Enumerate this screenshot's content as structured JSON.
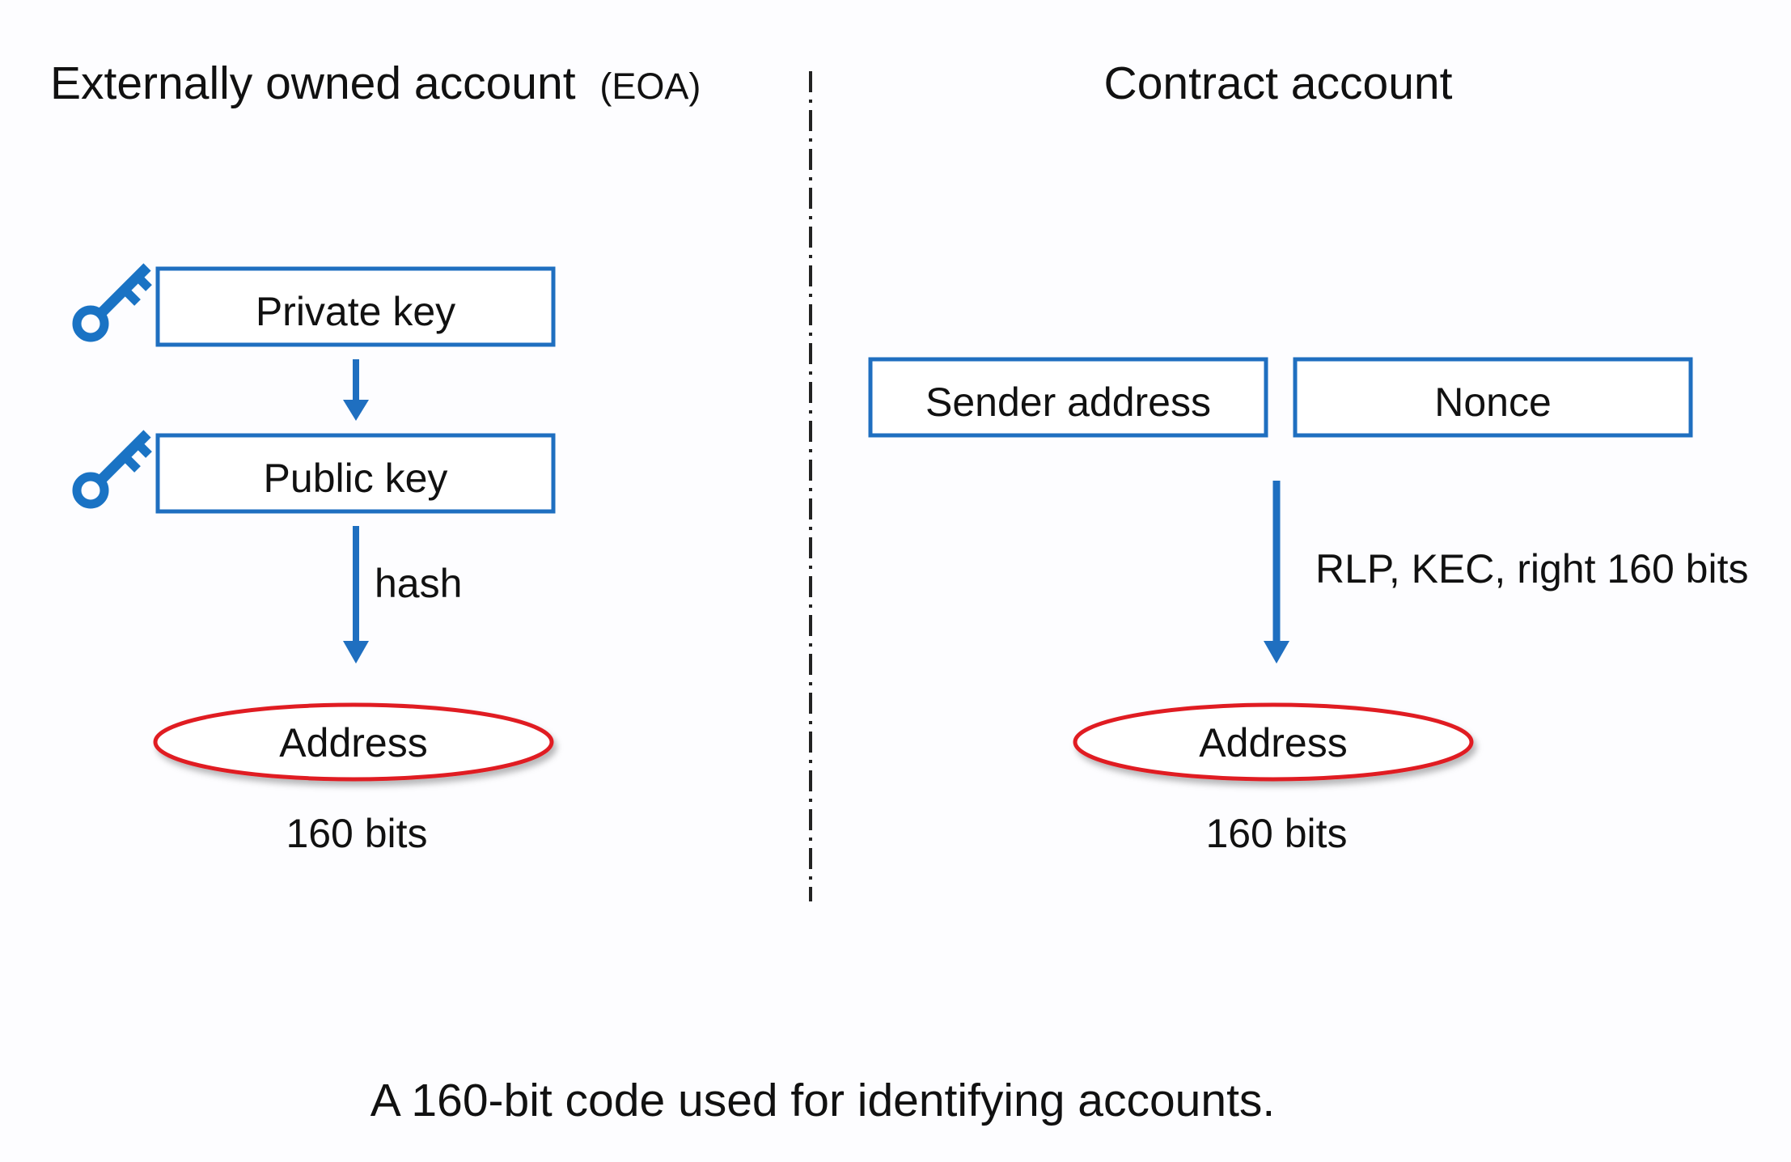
{
  "eoa": {
    "title": "Externally owned account",
    "title_suffix": "(EOA)",
    "private_key": "Private key",
    "public_key": "Public key",
    "hash_label": "hash",
    "address": "Address",
    "bits": "160 bits",
    "key_icon": "key-icon"
  },
  "contract": {
    "title": "Contract account",
    "sender_address": "Sender address",
    "nonce": "Nonce",
    "transform_label": "RLP, KEC, right 160 bits",
    "address": "Address",
    "bits": "160 bits"
  },
  "caption": "A 160-bit code used for identifying accounts.",
  "colors": {
    "box_border": "#1f6fc0",
    "arrow": "#1f6fc0",
    "icon": "#1a73c4",
    "ellipse_border": "#e01e24",
    "divider": "#222222",
    "text": "#111111"
  }
}
